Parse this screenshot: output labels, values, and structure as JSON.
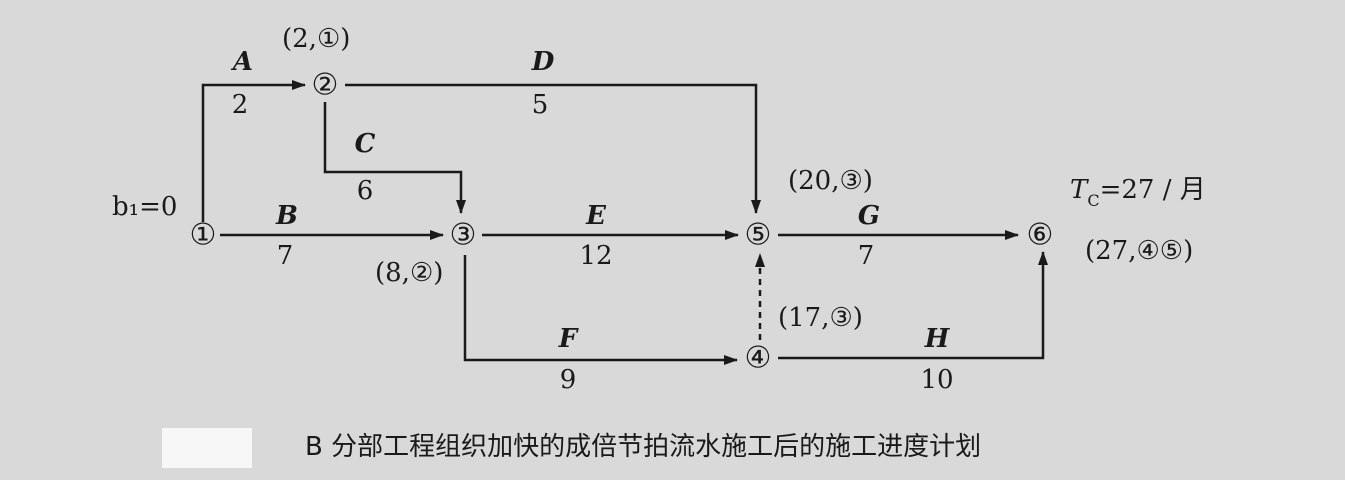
{
  "nodes": [
    {
      "id": "1",
      "label": "①"
    },
    {
      "id": "2",
      "label": "②"
    },
    {
      "id": "3",
      "label": "③"
    },
    {
      "id": "4",
      "label": "④"
    },
    {
      "id": "5",
      "label": "⑤"
    },
    {
      "id": "6",
      "label": "⑥"
    }
  ],
  "activities": [
    {
      "name": "A",
      "duration": "2",
      "from": "1",
      "to": "2"
    },
    {
      "name": "B",
      "duration": "7",
      "from": "1",
      "to": "3"
    },
    {
      "name": "C",
      "duration": "6",
      "from": "2",
      "to": "3"
    },
    {
      "name": "D",
      "duration": "5",
      "from": "2",
      "to": "5"
    },
    {
      "name": "E",
      "duration": "12",
      "from": "3",
      "to": "5"
    },
    {
      "name": "F",
      "duration": "9",
      "from": "3",
      "to": "4"
    },
    {
      "name": "G",
      "duration": "7",
      "from": "5",
      "to": "6"
    },
    {
      "name": "H",
      "duration": "10",
      "from": "4",
      "to": "6"
    }
  ],
  "dummy_activities": [
    {
      "from": "4",
      "to": "5"
    }
  ],
  "annotations": {
    "start": "b₁=0",
    "node2": "(2,①)",
    "node3": "(8,②)",
    "node4": "(17,③)",
    "node5": "(20,③)",
    "node6": "(27,④⑤)",
    "tc": "T",
    "tc_sub": "C",
    "tc_rest": "=27 / 月"
  },
  "caption": "B 分部工程组织加快的成倍节拍流水施工后的施工进度计划"
}
